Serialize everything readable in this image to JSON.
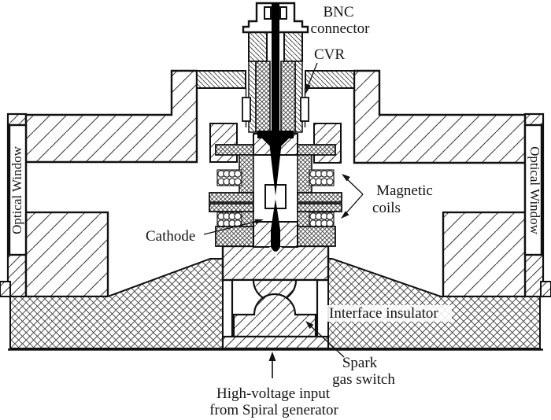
{
  "figure": {
    "kind": "cross-section schematic of a vacuum discharge device",
    "background": "#ffffff",
    "line_color": "#2b2b2b",
    "black_fill": "#000000"
  },
  "labels": {
    "bnc": {
      "line1": "BNC",
      "line2": "connector"
    },
    "cvr": {
      "text": "CVR"
    },
    "magnetic_coils": {
      "line1": "Magnetic",
      "line2": "coils"
    },
    "cathode": {
      "text": "Cathode"
    },
    "interface_insulator": {
      "text": "Interface insulator"
    },
    "spark_gas_switch": {
      "line1": "Spark",
      "line2": "gas switch"
    },
    "hv_input": {
      "line1": "High-voltage input",
      "line2": "from Spiral generator"
    },
    "optical_window_left": {
      "text": "Optical Window"
    },
    "optical_window_right": {
      "text": "Optical Window"
    }
  }
}
